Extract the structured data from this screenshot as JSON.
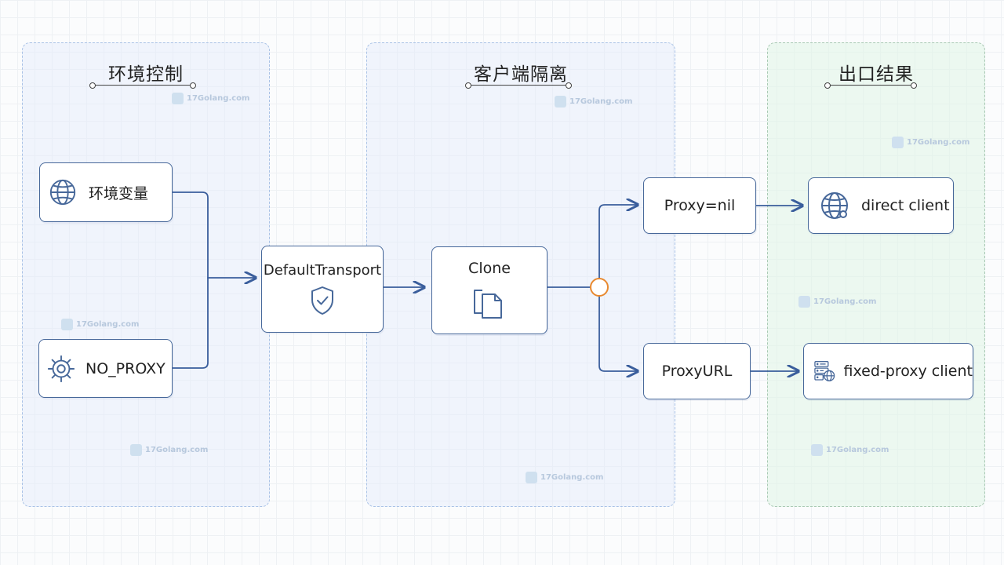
{
  "panels": {
    "env": {
      "title": "环境控制"
    },
    "isolation": {
      "title": "客户端隔离"
    },
    "output": {
      "title": "出口结果"
    }
  },
  "nodes": {
    "env_vars": {
      "label": "环境变量",
      "icon": "globe-icon"
    },
    "no_proxy": {
      "label": "NO_PROXY",
      "icon": "gear-icon"
    },
    "default_transport": {
      "label": "DefaultTransport",
      "icon": "shield-check-icon"
    },
    "clone": {
      "label": "Clone",
      "icon": "copy-icon"
    },
    "proxy_nil": {
      "label": "Proxy=nil"
    },
    "proxy_url": {
      "label": "ProxyURL"
    },
    "direct_client": {
      "label": "direct client",
      "icon": "globe-icon"
    },
    "fixed_proxy_client": {
      "label": "fixed-proxy client",
      "icon": "server-globe-icon"
    }
  },
  "watermark": {
    "text": "17Golang.com"
  },
  "colors": {
    "edge": "#3a5e9c",
    "node_border": "#47689a",
    "branch_junction": "#e8892f",
    "panel_border": "#a9c2e6"
  }
}
